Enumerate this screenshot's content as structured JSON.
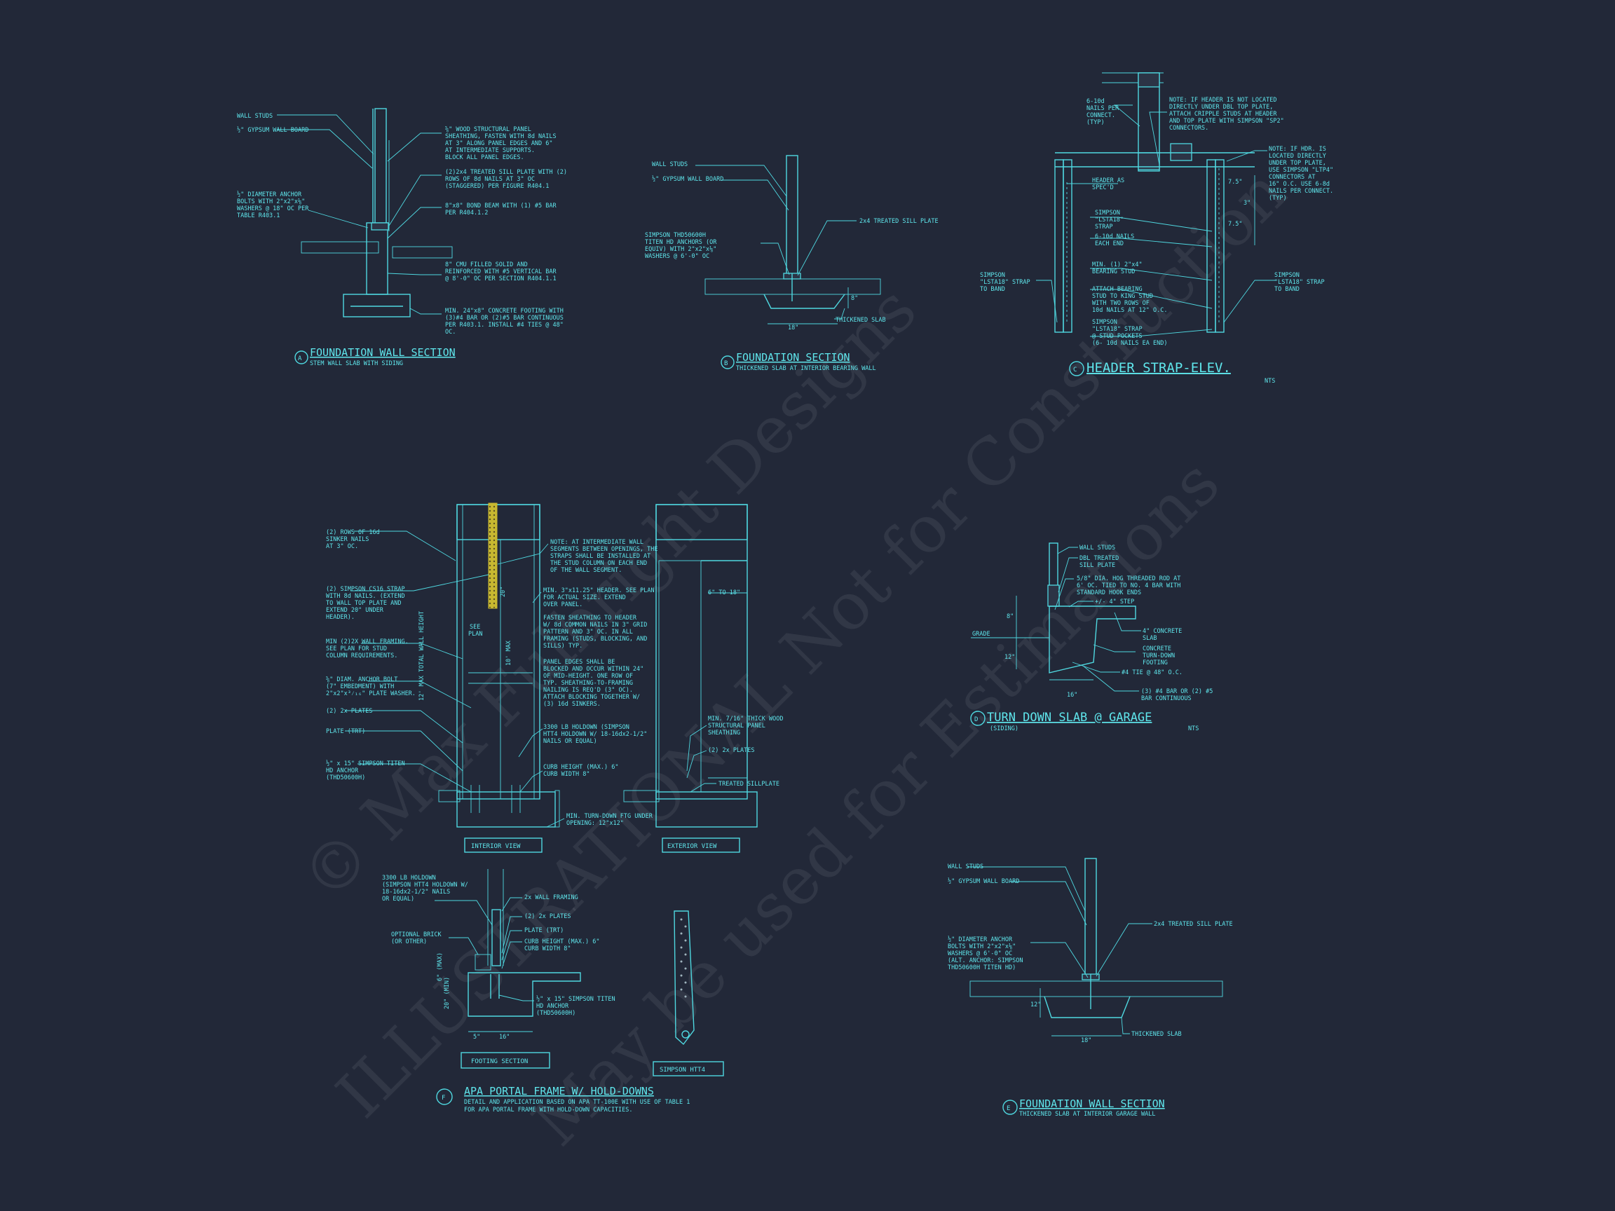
{
  "watermark": {
    "line1": "© Max Fulbright Designs",
    "line2": "ILLUSTRATIONAL Not for Construction",
    "line3": "May be used for Estimations"
  },
  "detail_A": {
    "bubble": "A",
    "title": "FOUNDATION WALL SECTION",
    "subtitle": "STEM WALL SLAB WITH SIDING",
    "notes": [
      "WALL STUDS",
      "½\" GYPSUM WALL BOARD",
      "½\" DIAMETER ANCHOR",
      "BOLTS WITH 2\"x2\"x⅛\"",
      "WASHERS @ 18\" OC PER",
      "TABLE R403.1",
      "⅝\" WOOD STRUCTURAL PANEL",
      "SHEATHING, FASTEN WITH 8d NAILS",
      "AT 3\" ALONG PANEL EDGES AND 6\"",
      "AT INTERMEDIATE SUPPORTS.",
      "BLOCK ALL PANEL EDGES.",
      "(2)2x4 TREATED SILL PLATE WITH (2)",
      "ROWS OF 8d NAILS AT 3\" OC",
      "(STAGGERED) PER FIGURE R404.1",
      "8\"x8\" BOND BEAM WITH (1) #5 BAR",
      "PER R404.1.2",
      "8\" CMU FILLED SOLID AND",
      "REINFORCED WITH #5 VERTICAL BAR",
      "@ 8'-0\" OC PER SECTION R404.1.1",
      "MIN. 24\"x8\" CONCRETE FOOTING WITH",
      "(3)#4 BAR OR (2)#5 BAR CONTINUOUS",
      "PER R403.1. INSTALL #4 TIES @ 48\"",
      "OC."
    ]
  },
  "detail_B": {
    "bubble": "B",
    "title": "FOUNDATION SECTION",
    "subtitle": "THICKENED SLAB AT INTERIOR BEARING WALL",
    "notes": [
      "WALL STUDS",
      "½\" GYPSUM WALL BOARD",
      "2x4 TREATED SILL PLATE",
      "SIMPSON THD50600H",
      "TITEN HD ANCHORS (OR",
      "EQUIV) WITH 2\"x2\"x⅛\"",
      "WASHERS @ 6'-0\" OC",
      "THICKENED SLAB",
      "18\"",
      "8\""
    ]
  },
  "detail_C": {
    "bubble": "C",
    "title": "HEADER STRAP-ELEV.",
    "subtitle": "NTS",
    "notes": [
      "6-10d",
      "NAILS PER",
      "CONNECT.",
      "(TYP)",
      "NOTE: IF HEADER IS NOT LOCATED",
      "DIRECTLY UNDER DBL TOP PLATE,",
      "ATTACH CRIPPLE STUDS AT HEADER",
      "AND TOP PLATE WITH SIMPSON \"SP2\"",
      "CONNECTORS.",
      "NOTE: IF HDR. IS",
      "LOCATED DIRECTLY",
      "UNDER TOP PLATE,",
      "USE SIMPSON \"LTP4\"",
      "CONNECTORS AT",
      "16\" O.C. USE 6-8d",
      "NAILS PER CONNECT.",
      "(TYP)",
      "HEADER AS",
      "SPEC'D",
      "SIMPSON",
      "\"LSTA18\"",
      "STRAP",
      "6-10d NAILS",
      "EACH END",
      "MIN. (1) 2\"x4\"",
      "BEARING STUD",
      "ATTACH BEARING",
      "STUD TO KING STUD",
      "WITH TWO ROWS OF",
      "10d NAILS AT 12\" O.C.",
      "SIMPSON",
      "\"LSTA18\" STRAP",
      "@ STUD POCKETS",
      "(6- 10d NAILS EA END)",
      "SIMPSON",
      "\"LSTA18\" STRAP",
      "TO BAND",
      "SIMPSON",
      "\"LSTA18\" STRAP",
      "TO BAND",
      "7.5\"",
      "3\"",
      "7.5\""
    ]
  },
  "detail_D": {
    "bubble": "D",
    "title": "TURN DOWN SLAB @ GARAGE",
    "subtitle": "(SIDING)",
    "subtitle2": "NTS",
    "notes": [
      "WALL STUDS",
      "DBL TREATED",
      "SILL PLATE",
      "5/8\" DIA. HOG THREADED ROD AT",
      "6' OC. TIED TO NO. 4 BAR WITH",
      "STANDARD HOOK ENDS",
      "+/- 4\" STEP",
      "4\" CONCRETE",
      "SLAB",
      "CONCRETE",
      "TURN-DOWN",
      "FOOTING",
      "#4 TIE @ 48\" O.C.",
      "(3) #4 BAR OR (2) #5",
      "BAR CONTINUOUS",
      "GRADE",
      "8\"",
      "12\"",
      "16\""
    ]
  },
  "detail_E": {
    "bubble": "E",
    "title": "FOUNDATION WALL SECTION",
    "subtitle": "THICKENED SLAB AT INTERIOR GARAGE WALL",
    "notes": [
      "WALL STUDS",
      "½\" GYPSUM WALL BOARD",
      "2x4 TREATED SILL PLATE",
      "½\" DIAMETER ANCHOR",
      "BOLTS WITH 2\"x2\"x⅛\"",
      "WASHERS @ 6'-0\" OC",
      "(ALT. ANCHOR: SIMPSON",
      "THD50600H TITEN HD)",
      "THICKENED SLAB",
      "18\"",
      "12\""
    ]
  },
  "detail_F": {
    "bubble": "F",
    "title": "APA PORTAL FRAME W/ HOLD-DOWNS",
    "subtitle1": "DETAIL AND APPLICATION BASED ON APA TT-100E WITH USE OF TABLE 1",
    "subtitle2": "FOR APA PORTAL FRAME WITH HOLD-DOWN CAPACITIES.",
    "interior_label": "INTERIOR VIEW",
    "exterior_label": "EXTERIOR VIEW",
    "footing_label": "FOOTING SECTION",
    "simpson_label": "SIMPSON HTT4",
    "notes_left": [
      "(2) ROWS OF 16d",
      "SINKER NAILS",
      "AT 3\" OC.",
      "(2) SIMPSON CS16 STRAP",
      "WITH 8d NAILS. (EXTEND",
      "TO WALL TOP PLATE AND",
      "EXTEND 20\" UNDER",
      "HEADER).",
      "MIN (2)2X WALL FRAMING.",
      "SEE PLAN FOR STUD",
      "COLUMN REQUIREMENTS.",
      "⅝\" DIAM. ANCHOR BOLT",
      "(7\" EMBEDMENT) WITH",
      "2\"x2\"x³⁄₁₆\" PLATE WASHER.",
      "(2) 2x PLATES",
      "PLATE (TRT)",
      "½\" x 15\" SIMPSON TITEN",
      "HD ANCHOR",
      "(THD50600H)"
    ],
    "notes_mid": [
      "NOTE: AT INTERMEDIATE WALL",
      "SEGMENTS BETWEEN OPENINGS, THE",
      "STRAPS SHALL BE INSTALLED AT",
      "THE STUD COLUMN ON EACH END",
      "OF THE WALL SEGMENT.",
      "MIN. 3\"x11.25\" HEADER. SEE PLAN",
      "FOR ACTUAL SIZE. EXTEND",
      "OVER PANEL.",
      "FASTEN SHEATHING TO HEADER",
      "W/ 8d COMMON NAILS IN 3\" GRID",
      "PATTERN AND 3\" OC. IN ALL",
      "FRAMING (STUDS, BLOCKING, AND",
      "SILLS) TYP.",
      "PANEL EDGES SHALL BE",
      "BLOCKED AND OCCUR WITHIN 24\"",
      "OF MID-HEIGHT. ONE ROW OF",
      "TYP. SHEATHING-TO-FRAMING",
      "NAILING IS REQ'D (3\" OC).",
      "ATTACH BLOCKING TOGETHER W/",
      "(3) 16d SINKERS.",
      "3300 LB HOLDOWN (SIMPSON",
      "HTT4 HOLDOWN W/ 18-16dx2-1/2\"",
      "NAILS OR EQUAL)",
      "CURB HEIGHT (MAX.) 6\"",
      "CURB WIDTH 8\"",
      "MIN. TURN-DOWN FTG UNDER",
      "OPENING: 12\"x12\"",
      "SEE",
      "PLAN",
      "12' MAX TOTAL WALL HEIGHT",
      "10' MAX",
      "20\"",
      "6\" TO 18\"",
      "MIN. 7/16\" THICK WOOD",
      "STRUCTURAL PANEL",
      "SHEATHING",
      "(2) 2x PLATES",
      "TREATED SILLPLATE"
    ],
    "notes_footing": [
      "3300 LB HOLDOWN",
      "(SIMPSON HTT4 HOLDOWN W/",
      "18-16dx2-1/2\" NAILS",
      "OR EQUAL)",
      "2x WALL FRAMING",
      "(2) 2x PLATES",
      "PLATE (TRT)",
      "CURB HEIGHT (MAX.) 6\"",
      "CURB WIDTH 8\"",
      "OPTIONAL BRICK",
      "(OR OTHER)",
      "½\" x 15\" SIMPSON TITEN",
      "HD ANCHOR",
      "(THD50600H)",
      "20\" (MIN)",
      "6\" (MAX)",
      "5\"",
      "16\""
    ]
  }
}
